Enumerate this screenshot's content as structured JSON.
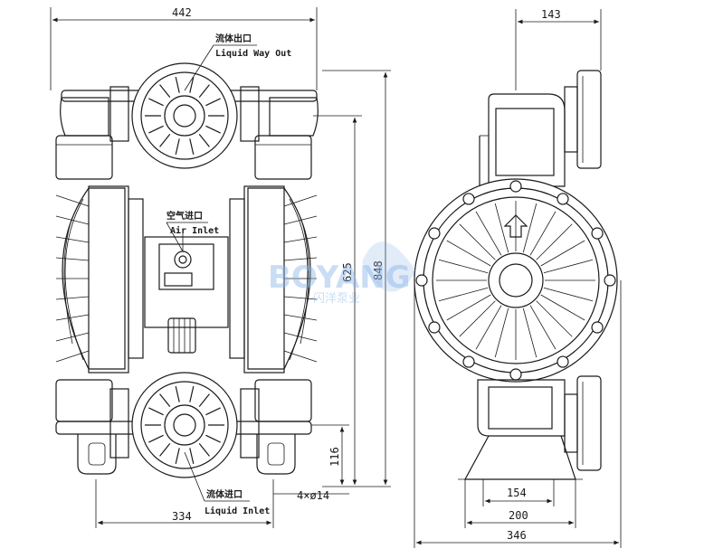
{
  "dimensions": {
    "top_width": "442",
    "side_top": "143",
    "height_total": "848",
    "height_inner": "625",
    "height_bottom": "116",
    "bolt_holes": "4×ø14",
    "bottom_width": "334",
    "base_inner": "154",
    "base_outer": "200",
    "side_width": "346"
  },
  "labels": {
    "outlet_cn": "流体出口",
    "outlet_en": "Liquid Way Out",
    "air_cn": "空气进口",
    "air_en": "Air Inlet",
    "inlet_cn": "流体进口",
    "inlet_en": "Liquid Inlet"
  },
  "watermark": {
    "brand": "BOYANG",
    "tagline": "闪洋泵业"
  }
}
